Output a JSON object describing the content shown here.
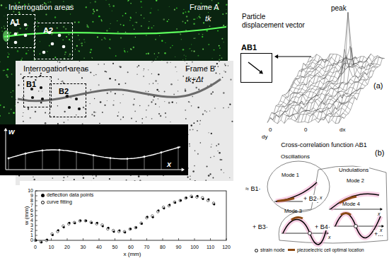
{
  "diagram": {
    "nodes": [
      {
        "text": [
          "A1"
        ]
      },
      {
        "text": [
          "A2"
        ]
      },
      {
        "text": [
          "B1"
        ]
      },
      {
        "text": [
          "B2"
        ]
      },
      {
        "text": [
          "AB1"
        ]
      }
    ],
    "labels": [
      "Interrogation areas",
      "Frame A",
      "tk",
      "Interrogation areas",
      "Frame B",
      "tk+Δt",
      "w",
      "x",
      "0",
      "1",
      "2",
      "3",
      "4",
      "5",
      "6",
      "7",
      "8",
      "9",
      "10",
      "0",
      "10",
      "20",
      "30",
      "40",
      "50",
      "60",
      "70",
      "80",
      "90",
      "100",
      "110",
      "120",
      "w (mm)",
      "x (mm)",
      "Particle displacement vector",
      "peak",
      "0",
      "dy",
      "0",
      "dx",
      "Cross-correlation function AB1",
      "(a)",
      "(b)",
      "Oscillations",
      "Undulations",
      "Mode 1",
      "Mode 2",
      "Mode 3",
      "Mode 4",
      "≈ B1·",
      "+ B2·",
      "+ B3·",
      "+ B4·",
      "+...",
      "x",
      "x",
      "x",
      "x"
    ],
    "legend": [
      {
        "text": "deflection data points"
      },
      {
        "text": "curve fitting"
      },
      {
        "text": "strain node"
      },
      {
        "text": "piezoelectric cell optimal location",
        "color": "#8b4a14"
      }
    ]
  }
}
